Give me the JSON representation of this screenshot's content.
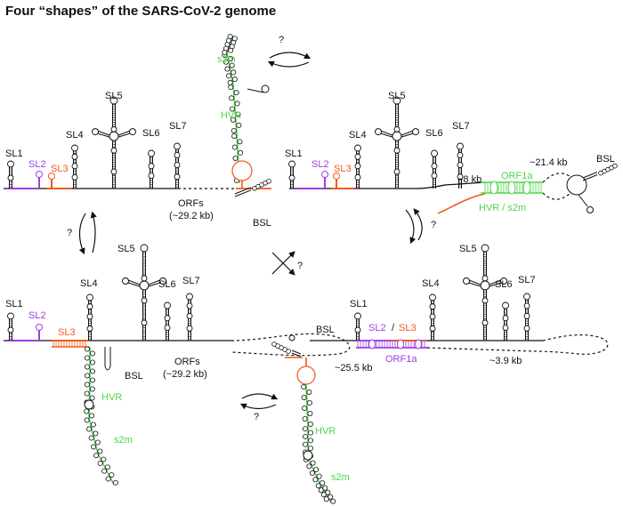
{
  "title": "Four “shapes” of the SARS-CoV-2 genome",
  "colors": {
    "sl2": "#9b3fe6",
    "sl3": "#ef5b1a",
    "hvr": "#4fd64a",
    "backbone": "#111111"
  },
  "labels": {
    "sl1": "SL1",
    "sl2": "SL2",
    "sl3": "SL3",
    "sl4": "SL4",
    "sl5": "SL5",
    "sl6": "SL6",
    "sl7": "SL7",
    "bsl": "BSL",
    "hvr": "HVR",
    "s2m": "s2m",
    "orfs": "ORFs",
    "orfs_len": "(~29.2 kb)",
    "len_8": "~8 kb",
    "len_21": "~21.4 kb",
    "len_25": "~25.5 kb",
    "len_39": "~3.9 kb",
    "orf1a": "ORF1a",
    "hvr_s2m": "HVR / s2m",
    "sl2_sl3_a": "SL2",
    "sl2_sl3_sep": "/",
    "sl2_sl3_b": "SL3",
    "q": "?"
  }
}
